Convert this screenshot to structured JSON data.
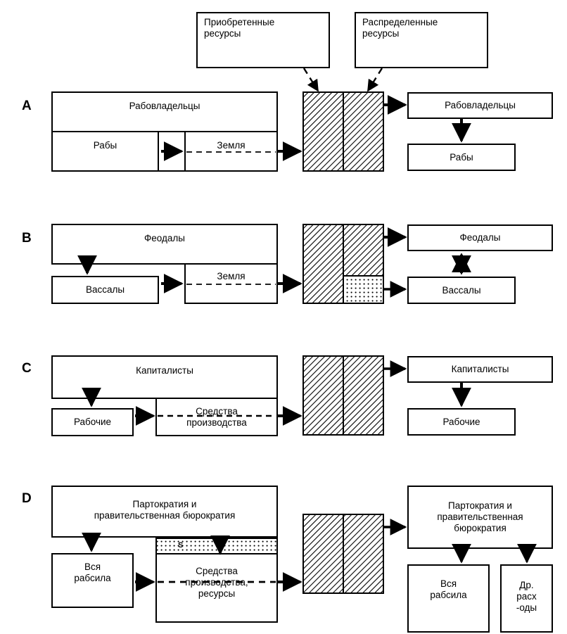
{
  "diagram": {
    "title_absent": true,
    "top_inputs": [
      {
        "id": "acquired",
        "label": "Приобретенные\nресурсы"
      },
      {
        "id": "distributed",
        "label": "Распределенные\nресурсы"
      }
    ],
    "sections": [
      {
        "letter": "A",
        "left": {
          "owner_label": "Рабовладельцы",
          "worker_label": "Рабы",
          "means_label": "Земля",
          "means_dashed": true,
          "gap_cell": true,
          "owner_to_worker_arrow": false
        },
        "right": {
          "owner_label": "Рабовладельцы",
          "worker_label": "Рабы",
          "link": "down"
        },
        "hatch": {
          "left_fill": "hatch",
          "right_fill": "hatch",
          "dotted_corner": false
        }
      },
      {
        "letter": "B",
        "left": {
          "owner_label": "Феодалы",
          "worker_label": "Вассалы",
          "means_label": "Земля",
          "means_dashed": true,
          "gap_cell": false,
          "owner_to_worker_arrow": true
        },
        "right": {
          "owner_label": "Феодалы",
          "worker_label": "Вассалы",
          "link": "double"
        },
        "hatch": {
          "left_fill": "hatch",
          "right_fill": "hatch",
          "dotted_corner": true
        }
      },
      {
        "letter": "C",
        "left": {
          "owner_label": "Капиталисты",
          "worker_label": "Рабочие",
          "means_label": "Средства\nпроизводства",
          "means_dashed": true,
          "gap_cell": false,
          "owner_to_worker_arrow": true
        },
        "right": {
          "owner_label": "Капиталисты",
          "worker_label": "Рабочие",
          "link": "down"
        },
        "hatch": {
          "left_fill": "hatch",
          "right_fill": "hatch",
          "dotted_corner": false
        }
      },
      {
        "letter": "D",
        "left": {
          "owner_label": "Партократия и\nправительственная бюрократия",
          "worker_label": "Вся\nрабсила",
          "means_label": "Средства\nпроизводства,\nресурсы",
          "means_dashed": true,
          "gap_cell": false,
          "owner_to_worker_arrow": true,
          "dotted_strip_mark": "S"
        },
        "right": {
          "owner_label": "Партократия и\nправительственная\nбюрократия",
          "worker_label": "Вся\nрабсила",
          "extra_label": "Др.\nрасх\n-оды",
          "link": "down"
        },
        "hatch": {
          "left_fill": "hatch",
          "right_fill": "hatch",
          "dotted_corner": false
        }
      }
    ],
    "colors": {
      "stroke": "#000000",
      "background": "#ffffff",
      "hatch": "#000000",
      "dot_fill": "#000000"
    }
  }
}
